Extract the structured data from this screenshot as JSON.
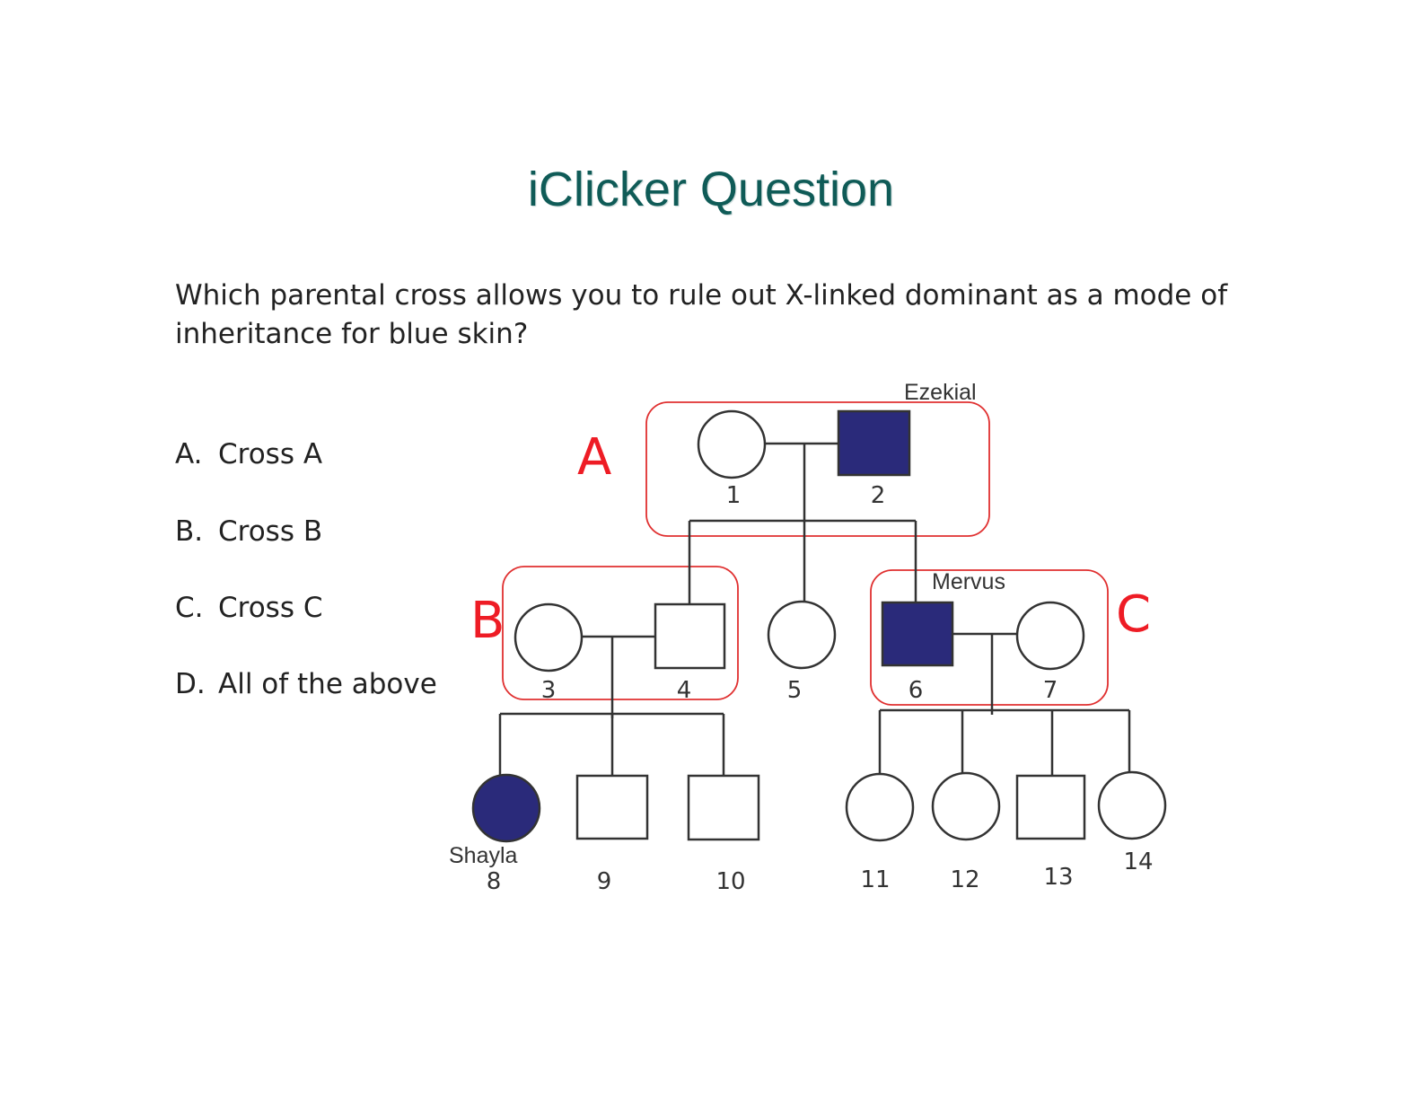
{
  "title": "iClicker Question",
  "question": "Which parental cross allows you to rule out X-linked dominant as a mode of inheritance for blue skin?",
  "options": [
    {
      "letter": "A.",
      "text": "Cross A"
    },
    {
      "letter": "B.",
      "text": "Cross B"
    },
    {
      "letter": "C.",
      "text": "Cross C"
    },
    {
      "letter": "D.",
      "text": "All of the above"
    }
  ],
  "colors": {
    "affected": "#2a2a7a",
    "cross_box": "#e03030",
    "cross_label": "#ee1c25",
    "line": "#333333",
    "title": "#0f5b57"
  },
  "pedigree": {
    "cross_labels": {
      "A": "A",
      "B": "B",
      "C": "C"
    },
    "individuals": [
      {
        "id": "1",
        "sex": "female",
        "affected": false
      },
      {
        "id": "2",
        "sex": "male",
        "affected": true,
        "name": "Ezekial"
      },
      {
        "id": "3",
        "sex": "female",
        "affected": false
      },
      {
        "id": "4",
        "sex": "male",
        "affected": false
      },
      {
        "id": "5",
        "sex": "female",
        "affected": false
      },
      {
        "id": "6",
        "sex": "male",
        "affected": true,
        "name": "Mervus"
      },
      {
        "id": "7",
        "sex": "female",
        "affected": false
      },
      {
        "id": "8",
        "sex": "female",
        "affected": true,
        "name": "Shayla"
      },
      {
        "id": "9",
        "sex": "male",
        "affected": false
      },
      {
        "id": "10",
        "sex": "male",
        "affected": false
      },
      {
        "id": "11",
        "sex": "female",
        "affected": false
      },
      {
        "id": "12",
        "sex": "female",
        "affected": false
      },
      {
        "id": "13",
        "sex": "male",
        "affected": false
      },
      {
        "id": "14",
        "sex": "female",
        "affected": false
      }
    ]
  }
}
